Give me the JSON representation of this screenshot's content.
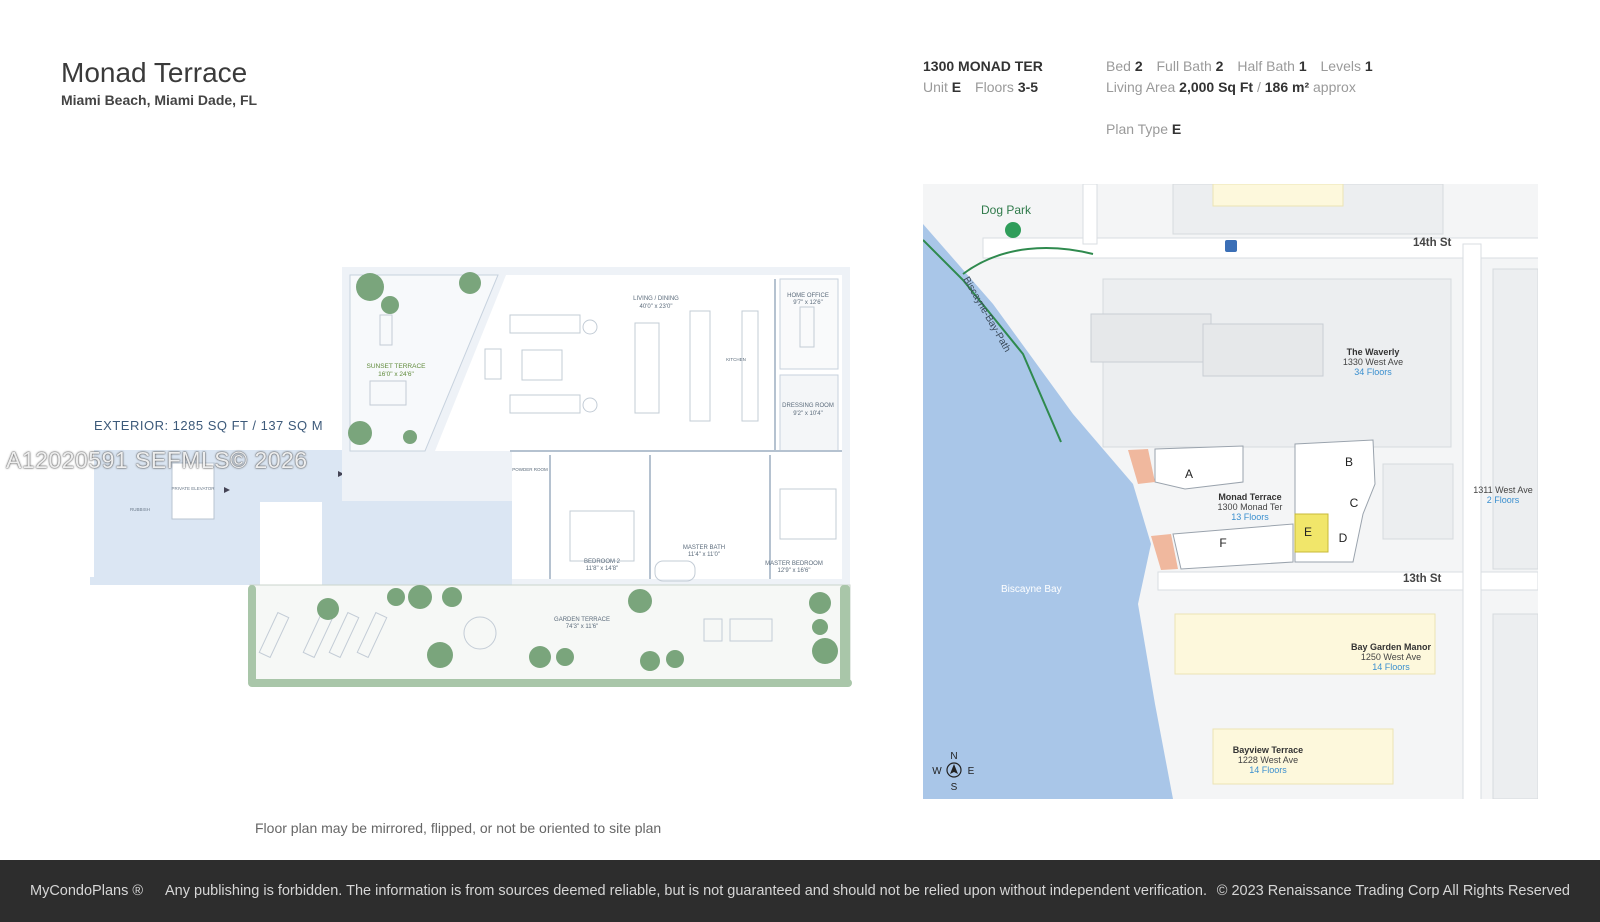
{
  "header": {
    "title": "Monad Terrace",
    "location": "Miami Beach, Miami Dade, FL"
  },
  "unit": {
    "address": "1300 MONAD TER",
    "unit_label": "Unit",
    "unit_value": "E",
    "floors_label": "Floors",
    "floors_value": "3-5",
    "bed_label": "Bed",
    "bed_value": "2",
    "full_bath_label": "Full Bath",
    "full_bath_value": "2",
    "half_bath_label": "Half Bath",
    "half_bath_value": "1",
    "levels_label": "Levels",
    "levels_value": "1",
    "living_area_label": "Living Area",
    "living_area_sqft": "2,000 Sq Ft",
    "area_separator": "/",
    "living_area_m2": "186 m²",
    "approx_label": "approx",
    "plan_type_label": "Plan Type",
    "plan_type_value": "E"
  },
  "floorplan": {
    "exterior": "EXTERIOR: 1285 SQ FT / 137 SQ M",
    "rooms": {
      "living_dining": "LIVING / DINING",
      "living_dining_size": "40'0\" x 23'0\"",
      "home_office": "HOME OFFICE",
      "home_office_size": "9'7\" x 12'6\"",
      "sunset_terrace": "SUNSET TERRACE",
      "sunset_terrace_size": "16'0\" x 24'6\"",
      "dressing_room": "DRESSING ROOM",
      "dressing_room_size": "9'2\" x 10'4\"",
      "kitchen": "KITCHEN",
      "powder_room": "POWDER ROOM",
      "private_elevator": "PRIVATE ELEVATOR",
      "rubbish": "RUBBISH",
      "bedroom2": "BEDROOM 2",
      "bedroom2_size": "11'8\" x 14'8\"",
      "master_bath": "MASTER BATH",
      "master_bath_size": "11'4\" x 11'0\"",
      "master_bedroom": "MASTER BEDROOM",
      "master_bedroom_size": "12'9\" x 16'6\"",
      "garden_terrace": "GARDEN TERRACE",
      "garden_terrace_size": "74'3\" x 11'6\""
    },
    "note": "Floor plan may be mirrored, flipped, or not be oriented to site plan"
  },
  "watermark": "A12020591  SEFMLS© 2026",
  "map": {
    "dog_park": "Dog Park",
    "street_14th": "14th St",
    "street_13th": "13th St",
    "path": "Biscayne-Bay-Path",
    "bay": "Biscayne Bay",
    "waverly_name": "The Waverly",
    "waverly_addr": "1330 West Ave",
    "waverly_floors": "34 Floors",
    "monad_name": "Monad Terrace",
    "monad_addr": "1300 Monad Ter",
    "monad_floors": "13 Floors",
    "west1311_addr": "1311 West Ave",
    "west1311_floors": "2 Floors",
    "baygarden_name": "Bay Garden Manor",
    "baygarden_addr": "1250 West Ave",
    "baygarden_floors": "14 Floors",
    "bayview_name": "Bayview Terrace",
    "bayview_addr": "1228 West Ave",
    "bayview_floors": "14 Floors",
    "unit_letters": [
      "A",
      "B",
      "C",
      "D",
      "E",
      "F"
    ],
    "compass": {
      "n": "N",
      "s": "S",
      "e": "E",
      "w": "W"
    },
    "colors": {
      "water": "#a9c6e8",
      "highlight": "#f1e66a",
      "building": "#fdf8dc",
      "terrace": "#f0b89e",
      "park_path": "#2f8a4e"
    }
  },
  "footer": {
    "brand": "MyCondoPlans ®",
    "disclaimer": "Any publishing is forbidden. The information is from sources deemed reliable, but is not guaranteed and should not be relied upon without independent verification.",
    "copyright": "© 2023 Renaissance Trading Corp  All Rights Reserved"
  }
}
